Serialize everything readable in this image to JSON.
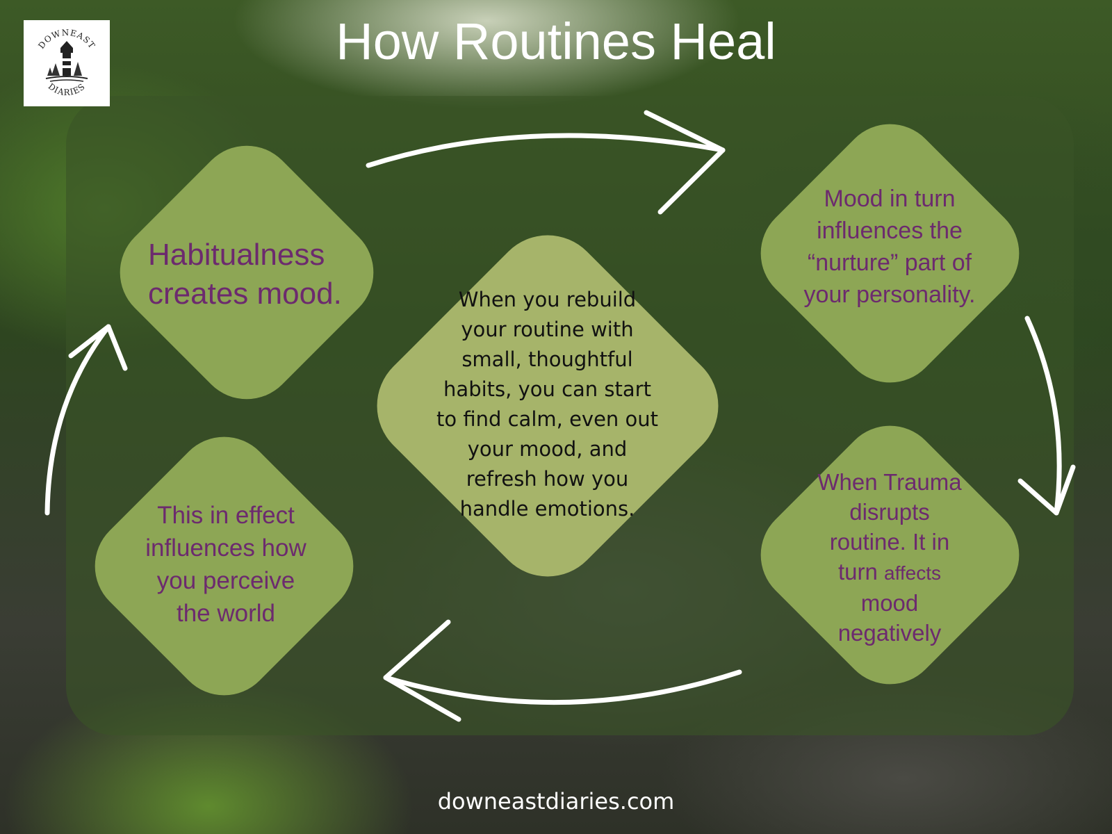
{
  "title": "How Routines Heal",
  "logo": {
    "top_text": "DOWNEAST",
    "bottom_text": "DIARIES",
    "icon": "lighthouse-icon"
  },
  "steps": {
    "habitualness": "Habitualness\ncreates mood.",
    "nurture": "Mood in turn\ninfluences the\n“nurture” part of\nyour personality.",
    "trauma_pre": "When Trauma\ndisrupts\nroutine. It in\nturn ",
    "trauma_small": "affects",
    "trauma_post": "\nmood\nnegatively",
    "perceive": "This in effect\ninfluences how\nyou perceive\nthe world",
    "center": "When you rebuild\nyour routine with\nsmall, thoughtful\nhabits, you can start\nto find calm, even out\nyour mood, and\nrefresh how you\nhandle emotions."
  },
  "footer": "downeastdiaries.com",
  "colors": {
    "diamond": "#8da655",
    "center_diamond": "#a6b46a",
    "step_text": "#6c2a6e",
    "arrow": "#ffffff"
  }
}
